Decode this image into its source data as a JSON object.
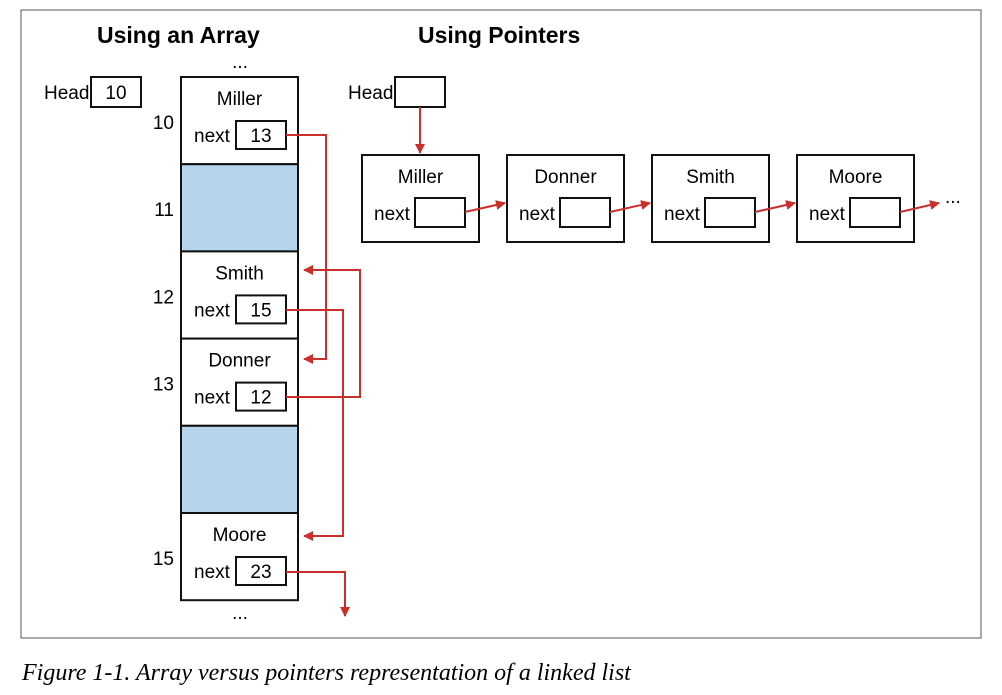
{
  "caption": "Figure 1-1. Array versus pointers representation of a linked list",
  "colors": {
    "arrow": "#c9302c",
    "empty_cell": "#b4d5ec",
    "border": "#111111",
    "frame": "#555555"
  },
  "array_panel": {
    "title": "Using an Array",
    "head_label": "Head",
    "head_value": "10",
    "ellipsis_top": "...",
    "ellipsis_bottom": "...",
    "next_label": "next",
    "cells": [
      {
        "index": "10",
        "name": "Miller",
        "next": "13",
        "empty": false
      },
      {
        "index": "11",
        "name": "",
        "next": "",
        "empty": true
      },
      {
        "index": "12",
        "name": "Smith",
        "next": "15",
        "empty": false
      },
      {
        "index": "13",
        "name": "Donner",
        "next": "12",
        "empty": false
      },
      {
        "index": "",
        "name": "",
        "next": "",
        "empty": true
      },
      {
        "index": "15",
        "name": "Moore",
        "next": "23",
        "empty": false
      }
    ]
  },
  "pointer_panel": {
    "title": "Using Pointers",
    "head_label": "Head",
    "next_label": "next",
    "tail_ellipsis": "...",
    "nodes": [
      {
        "name": "Miller"
      },
      {
        "name": "Donner"
      },
      {
        "name": "Smith"
      },
      {
        "name": "Moore"
      }
    ]
  }
}
